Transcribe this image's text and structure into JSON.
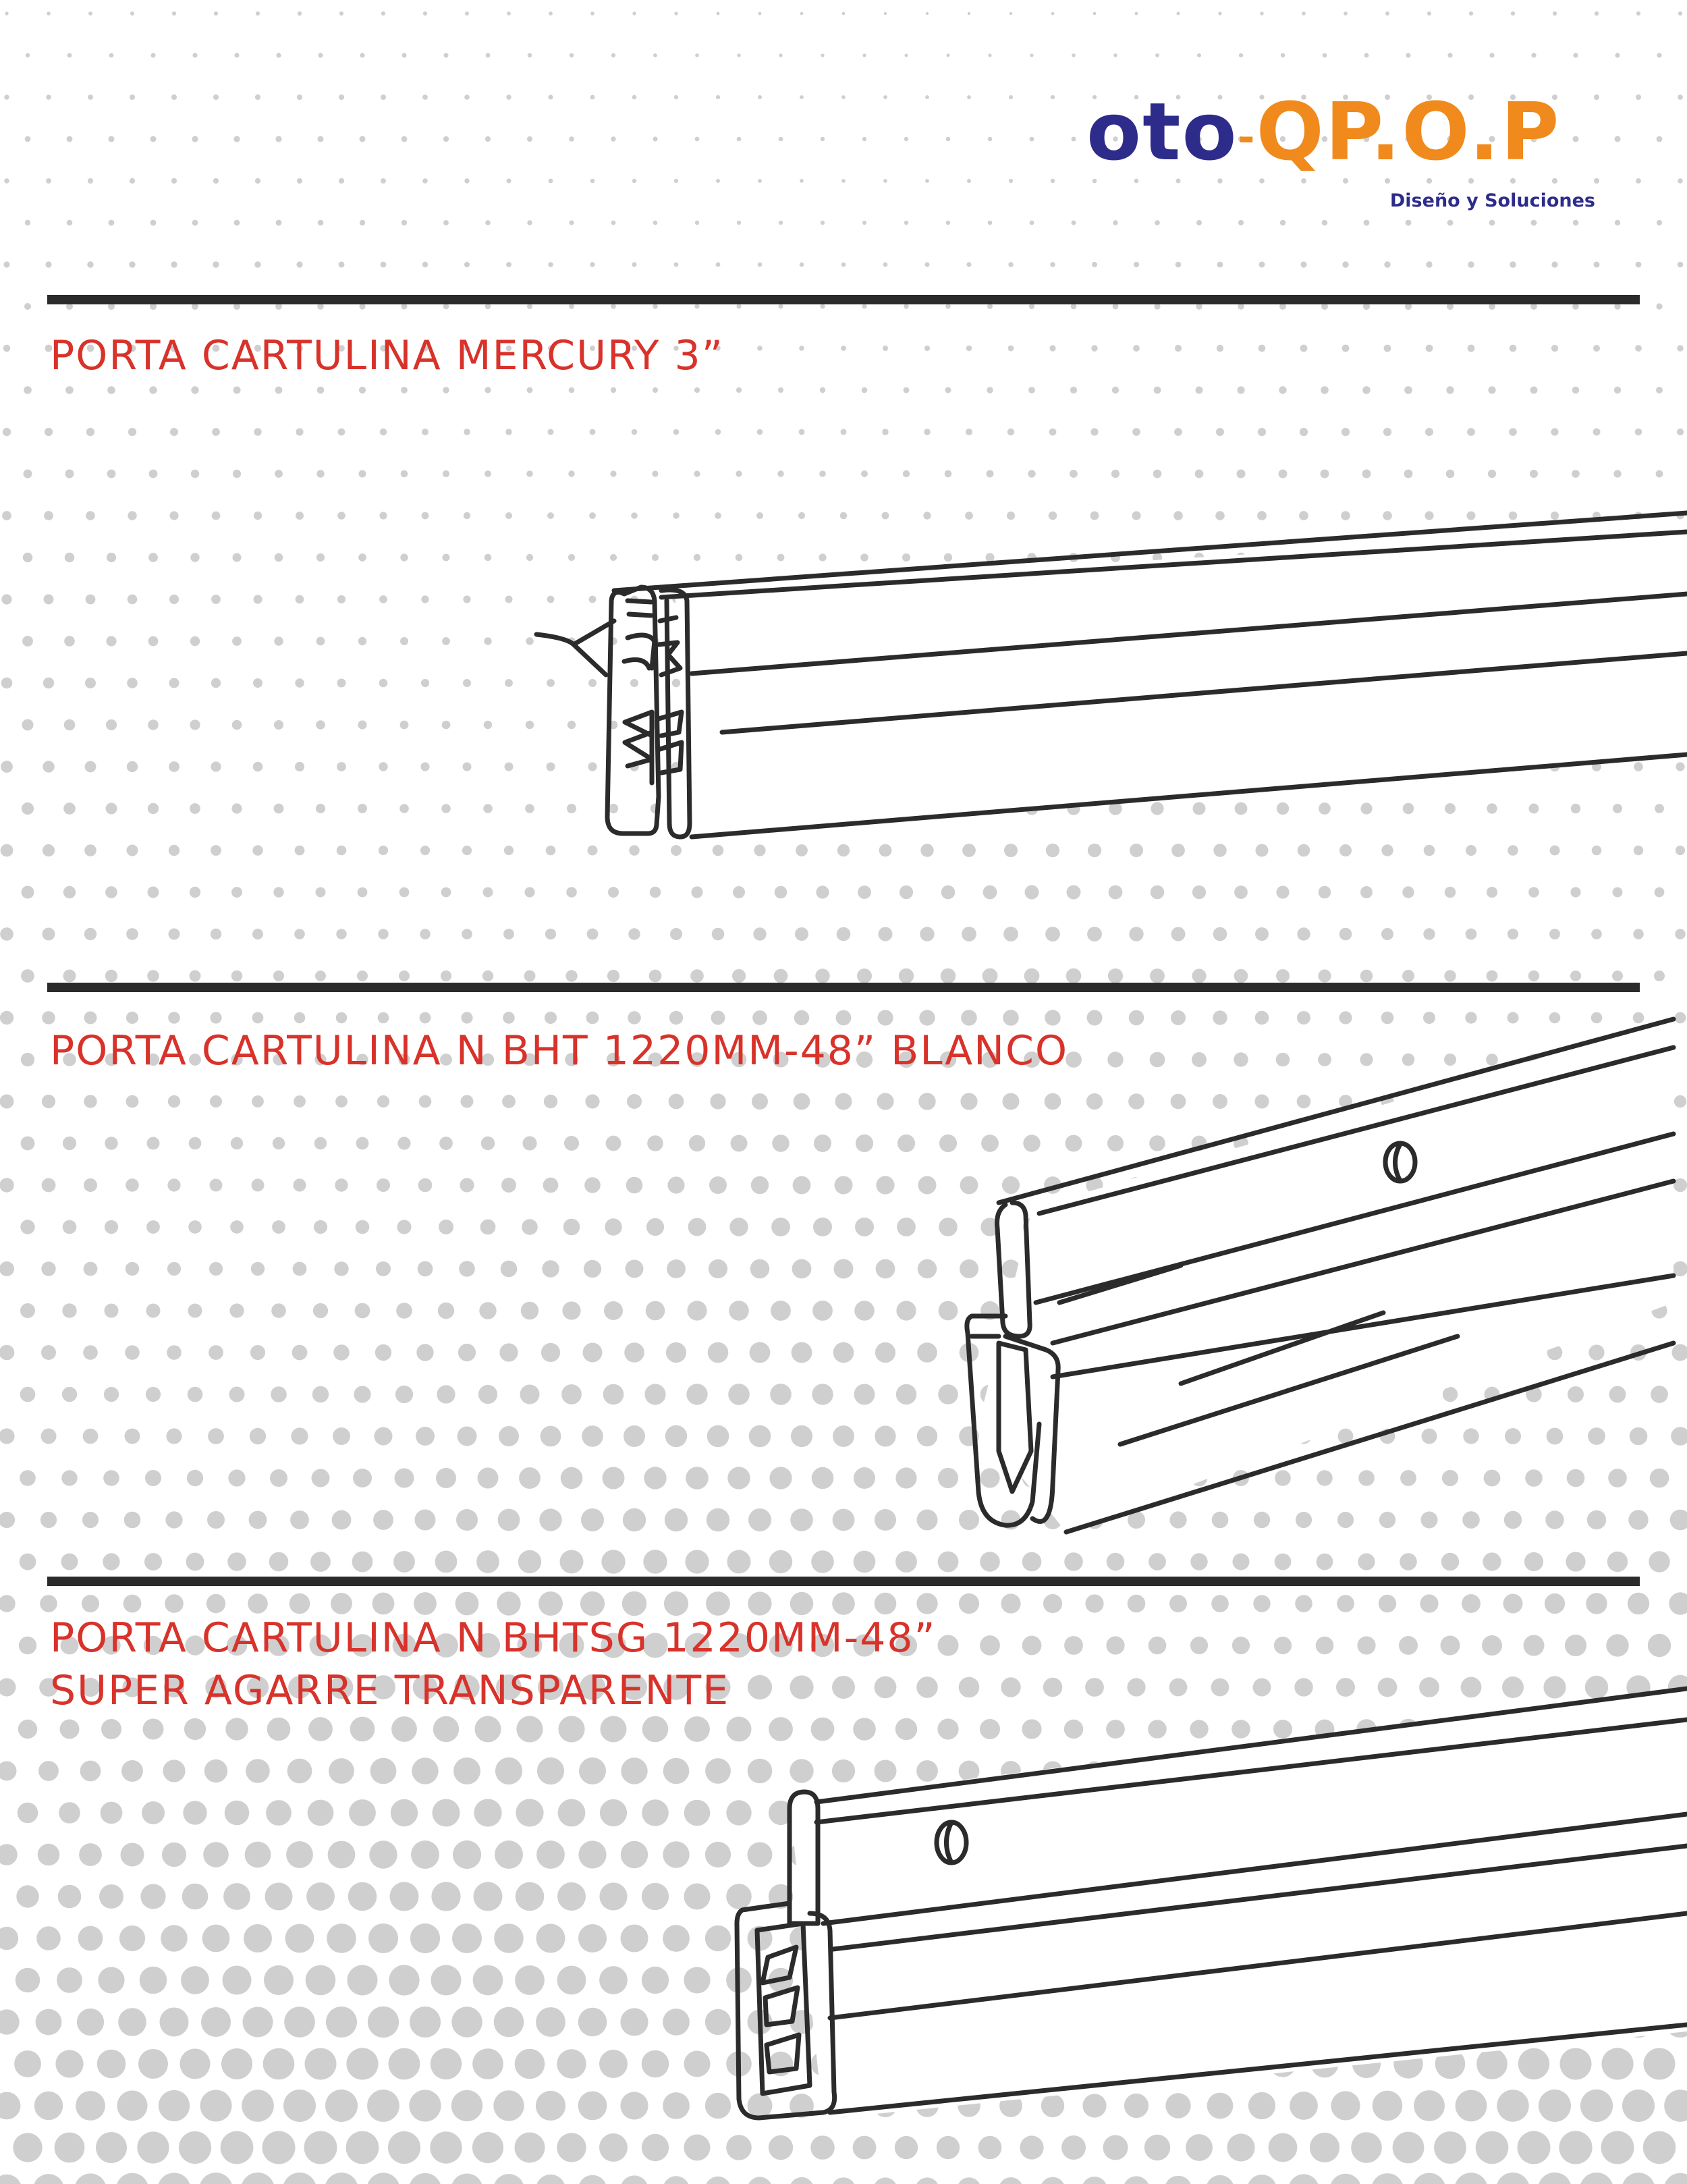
{
  "brand": {
    "logo_left": "oto",
    "logo_dash": "-",
    "logo_right": "QP.O.P",
    "tagline": "Diseño y Soluciones",
    "colors": {
      "navy": "#2e2c8a",
      "orange": "#f08a1c"
    }
  },
  "colors": {
    "title": "#d8322a",
    "rule": "#2b2b2b",
    "line_art": "#2b2b2b",
    "dots": "#cfcfcf"
  },
  "products": [
    {
      "title_lines": [
        "PORTA CARTULINA MERCURY 3”"
      ],
      "image": "mercury-profile-drawing"
    },
    {
      "title_lines": [
        "PORTA CARTULINA N BHT 1220MM-48” BLANCO"
      ],
      "image": "bht-profile-drawing"
    },
    {
      "title_lines": [
        "PORTA CARTULINA N BHTSG 1220MM-48”",
        "SUPER AGARRE TRANSPARENTE"
      ],
      "image": "bhtsg-profile-drawing"
    }
  ]
}
